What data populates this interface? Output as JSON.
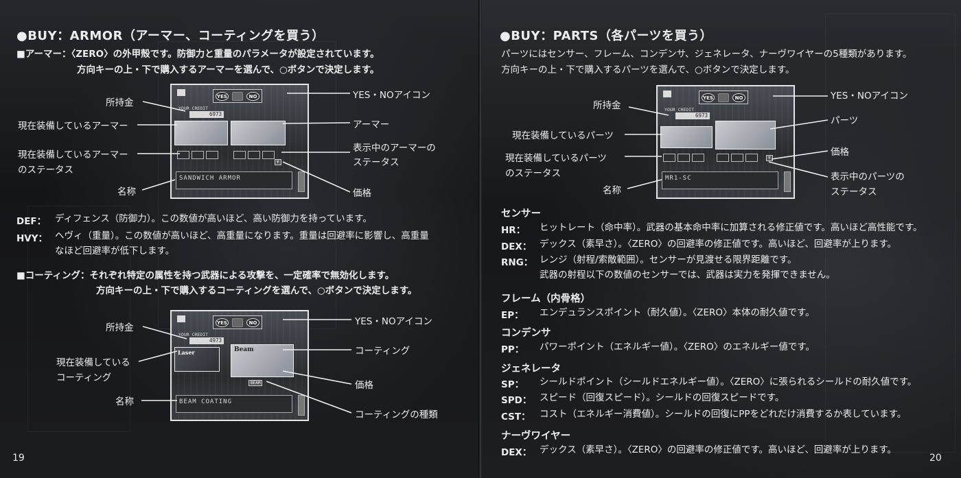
{
  "left": {
    "title": "●BUY：ARMOR（アーマー、コーティングを買う）",
    "armor": {
      "line1": "■アーマー：〈ZERO〉の外甲殻です。防御力と重量のパラメータが設定されています。",
      "line2": "方向キーの上・下で購入するアーマーを選んで、○ボタンで決定します。",
      "screen": {
        "yes": "YES",
        "no": "NO",
        "credit_label": "YOUR CREDIT",
        "credit_value": "6973",
        "name": "SANDWICH ARMOR"
      },
      "labels": {
        "money": "所持金",
        "current_armor": "現在装備しているアーマー",
        "current_status_1": "現在装備しているアーマー",
        "current_status_2": "のステータス",
        "name": "名称",
        "yes_no_icon": "YES・NOアイコン",
        "armor": "アーマー",
        "shown_status_1": "表示中のアーマーの",
        "shown_status_2": "ステータス",
        "price": "価格"
      }
    },
    "def": {
      "key": "DEF：",
      "text": "ディフェンス（防御力）。この数値が高いほど、高い防御力を持っています。"
    },
    "hvy": {
      "key": "HVY：",
      "text1": "ヘヴィ（重量）。この数値が高いほど、高重量になります。重量は回避率に影響し、高重量",
      "text2": "なほど回避率が低下します。"
    },
    "coating": {
      "line1": "■コーティング：それぞれ特定の属性を持つ武器による攻撃を、一定確率で無効化します。",
      "line2": "方向キーの上・下で購入するコーティングを選んで、○ボタンで決定します。",
      "screen": {
        "yes": "YES",
        "no": "NO",
        "credit_label": "YOUR CREDIT",
        "credit_value": "4973",
        "panel_left": "Laser",
        "panel_right": "Beam",
        "price_tag": "BEAM",
        "name": "BEAM COATING"
      },
      "labels": {
        "money": "所持金",
        "current_1": "現在装備している",
        "current_2": "コーティング",
        "name": "名称",
        "yes_no_icon": "YES・NOアイコン",
        "coating": "コーティング",
        "price": "価格",
        "coating_type": "コーティングの種類"
      }
    },
    "page_number": "19"
  },
  "right": {
    "title": "●BUY：PARTS（各パーツを買う）",
    "intro1": "パーツにはセンサー、フレーム、コンデンサ、ジェネレータ、ナーヴワイヤーの5種類があります。",
    "intro2": "方向キーの上・下で購入するパーツを選んで、○ボタンで決定します。",
    "screen": {
      "yes": "YES",
      "no": "NO",
      "credit_label": "YOUR CREDIT",
      "credit_value": "6973",
      "name": "MR1-SC"
    },
    "labels": {
      "money": "所持金",
      "current_parts": "現在装備しているパーツ",
      "current_status_1": "現在装備しているパーツ",
      "current_status_2": "のステータス",
      "name": "名称",
      "yes_no_icon": "YES・NOアイコン",
      "parts": "パーツ",
      "price": "価格",
      "shown_status_1": "表示中のパーツの",
      "shown_status_2": "ステータス"
    },
    "sensor": {
      "heading": "センサー",
      "hr": {
        "key": "HR：",
        "text": "ヒットレート（命中率）。武器の基本命中率に加算される修正値です。高いほど高性能です。"
      },
      "dex": {
        "key": "DEX：",
        "text": "デックス（素早さ）。〈ZERO〉の回避率の修正値です。高いほど、回避率が上ります。"
      },
      "rng": {
        "key": "RNG：",
        "text1": "レンジ（射程/索敵範囲）。センサーが見渡せる限界距離です。",
        "text2": "武器の射程以下の数値のセンサーでは、武器は実力を発揮できません。"
      }
    },
    "frame": {
      "heading": "フレーム（内骨格）",
      "ep": {
        "key": "EP：",
        "text": "エンデュランスポイント（耐久値）。〈ZERO〉本体の耐久値です。"
      }
    },
    "condenser": {
      "heading": "コンデンサ",
      "pp": {
        "key": "PP：",
        "text": "パワーポイント（エネルギー値）。〈ZERO〉のエネルギー値です。"
      }
    },
    "generator": {
      "heading": "ジェネレータ",
      "sp": {
        "key": "SP：",
        "text": "シールドポイント（シールドエネルギー値）。〈ZERO〉に張られるシールドの耐久値です。"
      },
      "spd": {
        "key": "SPD：",
        "text": "スピード（回復スピード）。シールドの回復スピードです。"
      },
      "cst": {
        "key": "CST：",
        "text": "コスト（エネルギー消費値）。シールドの回復にPPをどれだけ消費するか表しています。"
      }
    },
    "nerve": {
      "heading": "ナーヴワイヤー",
      "dex": {
        "key": "DEX：",
        "text": "デックス（素早さ）。〈ZERO〉の回避率の修正値です。高いほど、回避率が上ります。"
      }
    },
    "page_number": "20"
  }
}
